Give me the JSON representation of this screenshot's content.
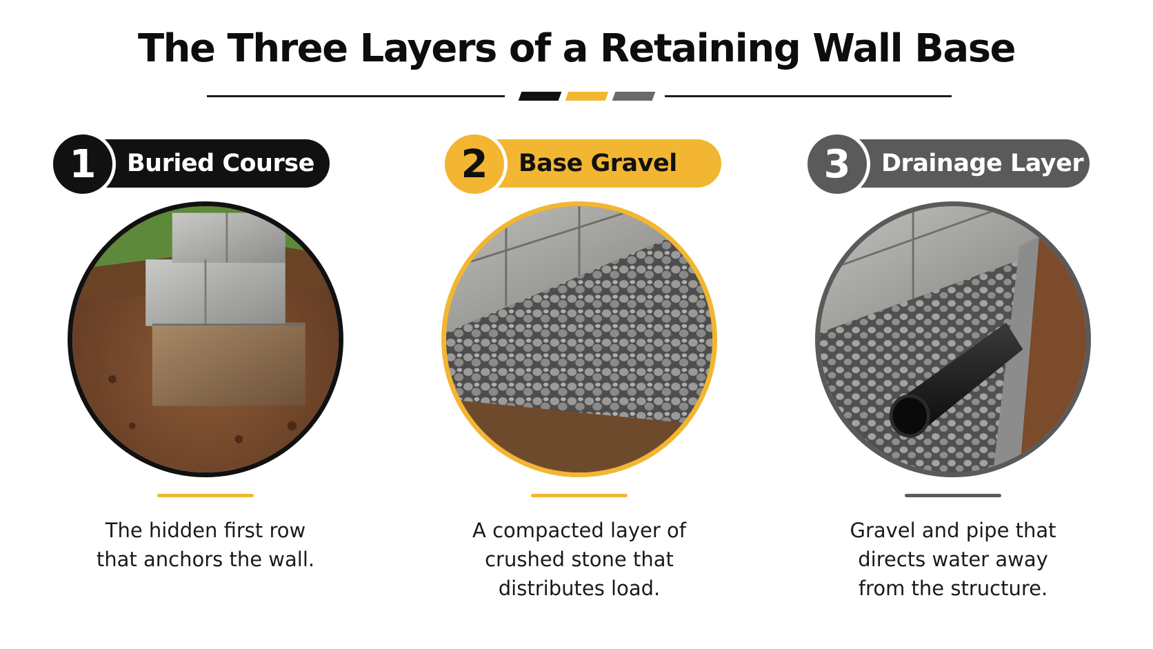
{
  "title": "The Three Layers of a Retaining Wall Base",
  "colors": {
    "black": "#111111",
    "yellow": "#f2b632",
    "gray": "#5a5a5a",
    "white": "#ffffff"
  },
  "layers": [
    {
      "number": "1",
      "label": "Buried Course",
      "color": "#111111",
      "description_lines": [
        "The hidden first row",
        "that anchors the wall."
      ],
      "image": "buried-course-photo"
    },
    {
      "number": "2",
      "label": "Base Gravel",
      "color": "#f2b632",
      "description_lines": [
        "A compacted layer of",
        "crushed stone that",
        "distributes load."
      ],
      "image": "base-gravel-photo"
    },
    {
      "number": "3",
      "label": "Drainage Layer",
      "color": "#5a5a5a",
      "description_lines": [
        "Gravel and pipe that",
        "directs water away",
        "from the structure."
      ],
      "image": "drainage-layer-photo"
    }
  ]
}
